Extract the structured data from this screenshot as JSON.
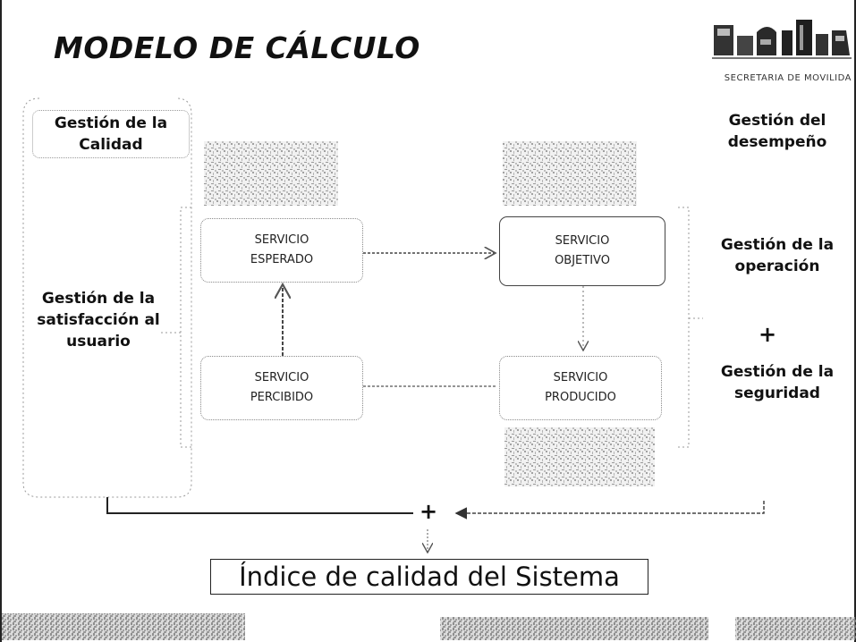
{
  "title": "MODELO DE CÁLCULO",
  "logo": {
    "caption": "SECRETARIA DE MOVILIDA"
  },
  "left_labels": {
    "quality": "Gestión de la Calidad",
    "satisfaction": "Gestión de la satisfacción al usuario"
  },
  "right_labels": {
    "performance": "Gestión del desempeño",
    "operation": "Gestión de la operación",
    "plus": "+",
    "security": "Gestión de la seguridad"
  },
  "boxes": {
    "expected": [
      "SERVICIO",
      "ESPERADO"
    ],
    "objective": [
      "SERVICIO",
      "OBJETIVO"
    ],
    "perceived": [
      "SERVICIO",
      "PERCIBIDO"
    ],
    "produced": [
      "SERVICIO",
      "PRODUCIDO"
    ]
  },
  "bottom": {
    "plus": "+",
    "index_label": "Índice de calidad del Sistema"
  }
}
